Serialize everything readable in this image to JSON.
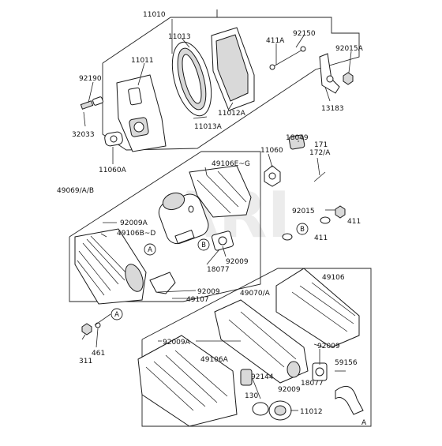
{
  "watermark": "ARI",
  "labels": {
    "l11010": "11010",
    "l11013": "11013",
    "l11011": "11011",
    "l92190": "92190",
    "l32033": "32033",
    "l11060A": "11060A",
    "l11013A": "11013A",
    "l11012A": "11012A",
    "l411A": "411A",
    "l92150": "92150",
    "l92015A": "92015A",
    "l13183": "13183",
    "l11060": "11060",
    "l18049": "18049",
    "l171": "171",
    "l172A": "172/A",
    "l49106EG": "49106E~G",
    "l49069": "49069/A/B",
    "l92009A_1": "92009A",
    "l49106BD": "49106B~D",
    "l92009_1": "92009",
    "l18077_1": "18077",
    "l92015": "92015",
    "l411_1": "411",
    "l411_2": "411",
    "l92009_2": "92009",
    "l49107": "49107",
    "l49106": "49106",
    "l49070A": "49070/A",
    "l92009A_2": "92009A",
    "l49106A": "49106A",
    "l92009_3": "92009",
    "l59156": "59156",
    "l92144": "92144",
    "l18077_2": "18077",
    "l130": "130",
    "l92009_4": "92009",
    "l11012": "11012",
    "l461": "461",
    "l311": "311",
    "frameA": "A"
  },
  "callouts": {
    "a1": "A",
    "a2": "A",
    "b1": "B",
    "b2": "B"
  }
}
